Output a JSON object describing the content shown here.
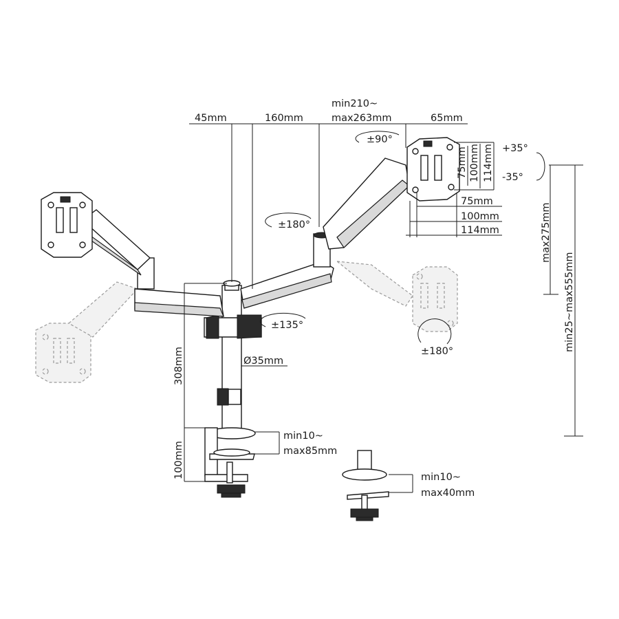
{
  "dimensions": {
    "d45": "45mm",
    "d160": "160mm",
    "reach_min": "min210~",
    "reach_max": "max263mm",
    "d65": "65mm",
    "vesa_75v": "75mm",
    "vesa_100v": "100mm",
    "vesa_114v": "114mm",
    "vesa_75h": "75mm",
    "vesa_100h": "100mm",
    "vesa_114h": "114mm",
    "height_arm": "max275mm",
    "height_total": "min25~max555mm",
    "pole_height": "308mm",
    "pole_diameter": "Ø35mm",
    "clamp_base": "100mm",
    "clamp_min": "min10~",
    "clamp_max": "max85mm",
    "grommet_min": "min10~",
    "grommet_max": "max40mm"
  },
  "rotations": {
    "swivel_top": "±90°",
    "tilt_up": "+35°",
    "tilt_down": "-35°",
    "arm_rotation": "±180°",
    "base_rotation": "±135°",
    "rotate_head": "±180°"
  }
}
